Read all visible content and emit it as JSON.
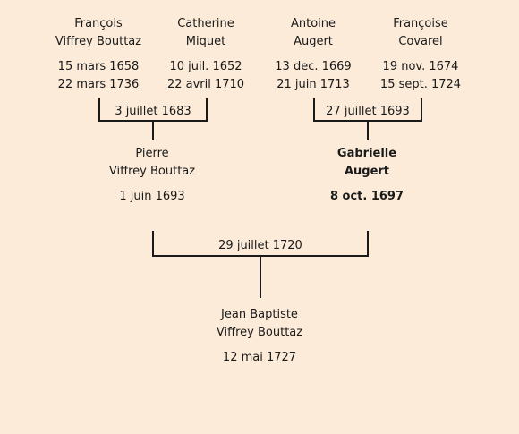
{
  "grandparents": {
    "francois": {
      "first": "François",
      "last": "Viffrey Bouttaz",
      "birth": "15 mars 1658",
      "death": "22 mars 1736"
    },
    "catherine": {
      "first": "Catherine",
      "last": "Miquet",
      "birth": "10 juil. 1652",
      "death": "22 avril 1710"
    },
    "antoine": {
      "first": "Antoine",
      "last": "Augert",
      "birth": "13 dec. 1669",
      "death": "21 juin 1713"
    },
    "francoise": {
      "first": "Françoise",
      "last": "Covarel",
      "birth": "19 nov. 1674",
      "death": "15 sept. 1724"
    }
  },
  "marriages": {
    "paternal": "3 juillet 1683",
    "maternal": "27 juillet 1693",
    "parents": "29 juillet 1720"
  },
  "parents": {
    "pierre": {
      "first": "Pierre",
      "last": "Viffrey Bouttaz",
      "birth": "1 juin 1693"
    },
    "gabrielle": {
      "first": "Gabrielle",
      "last": "Augert",
      "birth": "8 oct. 1697"
    }
  },
  "subject": {
    "first": "Jean Baptiste",
    "last": "Viffrey Bouttaz",
    "birth": "12 mai 1727"
  }
}
